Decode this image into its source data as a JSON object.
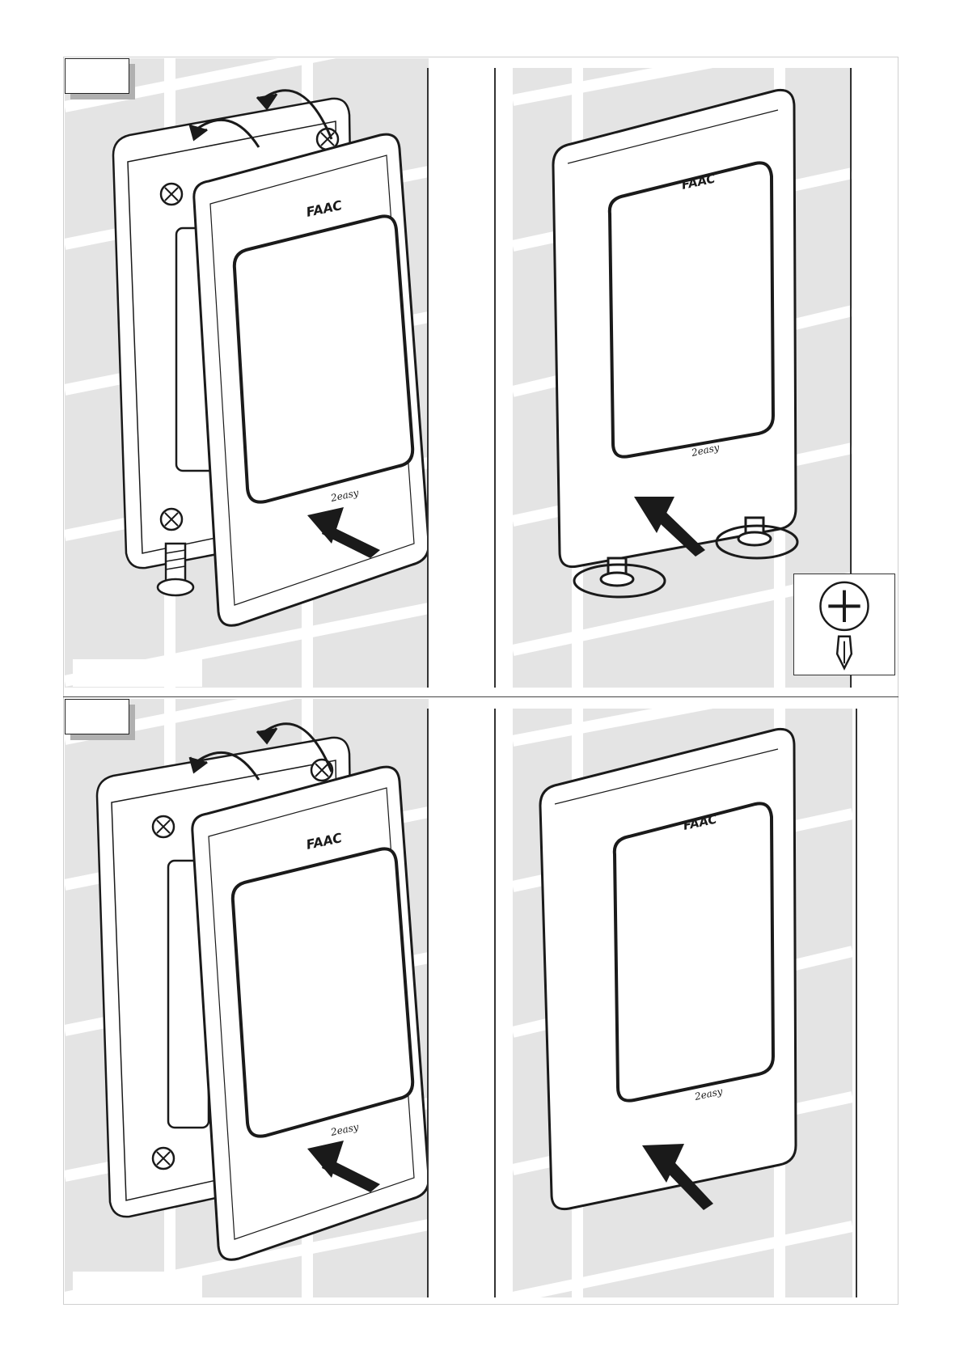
{
  "brand": {
    "logo_text": "FAAC",
    "model_text": "2easy"
  },
  "panels": [
    {
      "id": "top-left"
    },
    {
      "id": "top-right"
    },
    {
      "id": "bottom-left"
    },
    {
      "id": "bottom-right"
    }
  ],
  "tool": {
    "icon": "phillips-screwdriver-icon"
  },
  "colors": {
    "wall": "#e4e4e4",
    "grout": "#ffffff",
    "ink": "#1a1a1a"
  }
}
